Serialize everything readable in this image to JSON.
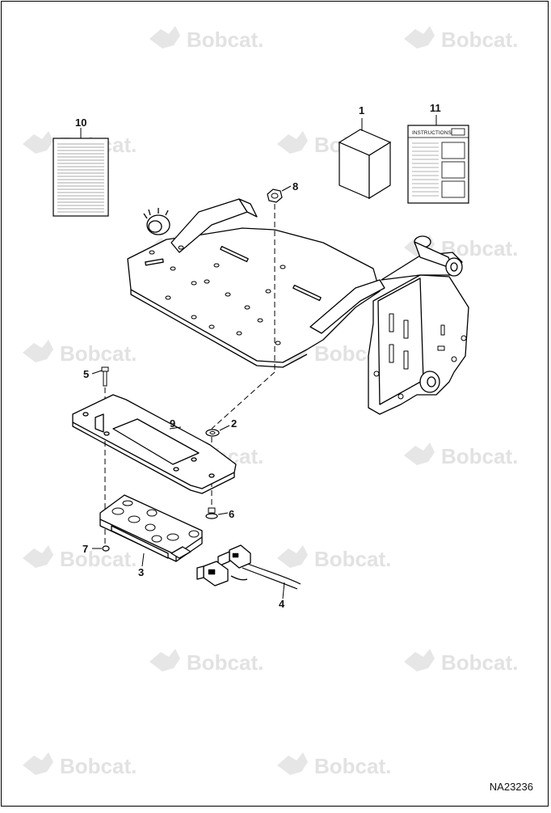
{
  "watermark": {
    "text": "Bobcat."
  },
  "callouts": {
    "c1": "1",
    "c2": "2",
    "c3": "3",
    "c4": "4",
    "c5": "5",
    "c6": "6",
    "c7": "7",
    "c8": "8",
    "c9": "9",
    "c10": "10",
    "c11": "11"
  },
  "instructions_title": "INSTRUCTIONS",
  "drawing_id": "NA23236"
}
